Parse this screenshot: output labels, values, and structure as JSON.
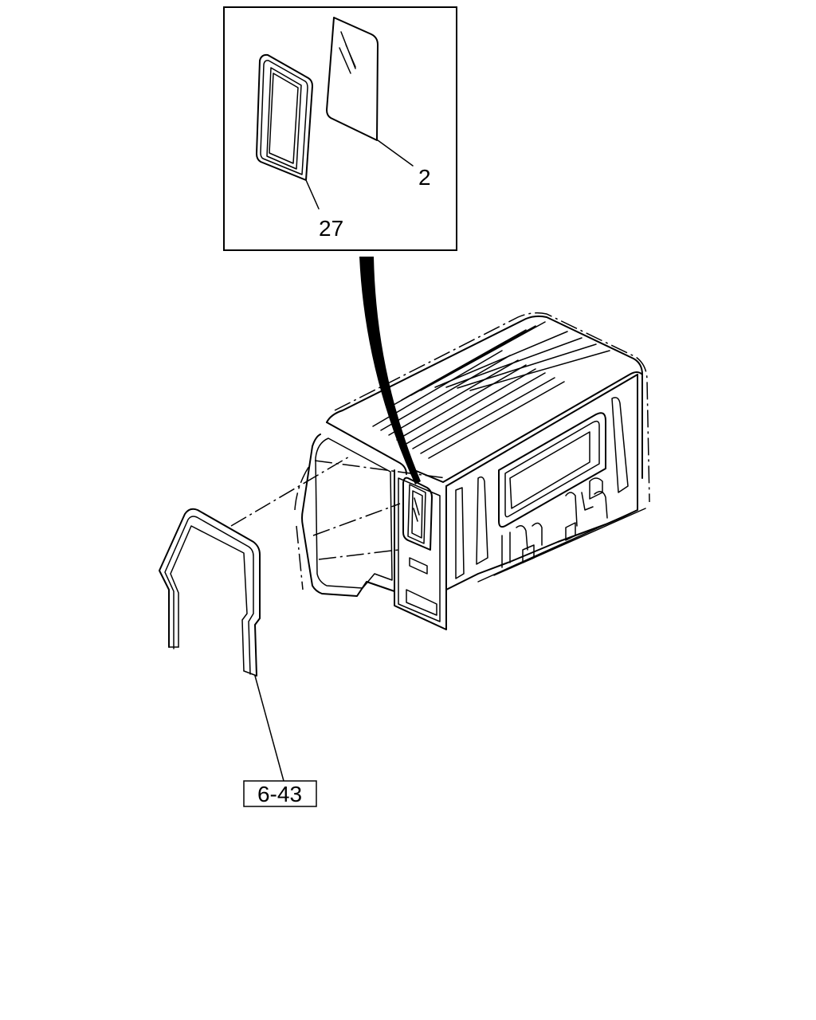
{
  "callouts": {
    "glass": "2",
    "weatherstrip": "27",
    "reference": "6-43"
  },
  "colors": {
    "line": "#000000",
    "background": "#ffffff"
  }
}
